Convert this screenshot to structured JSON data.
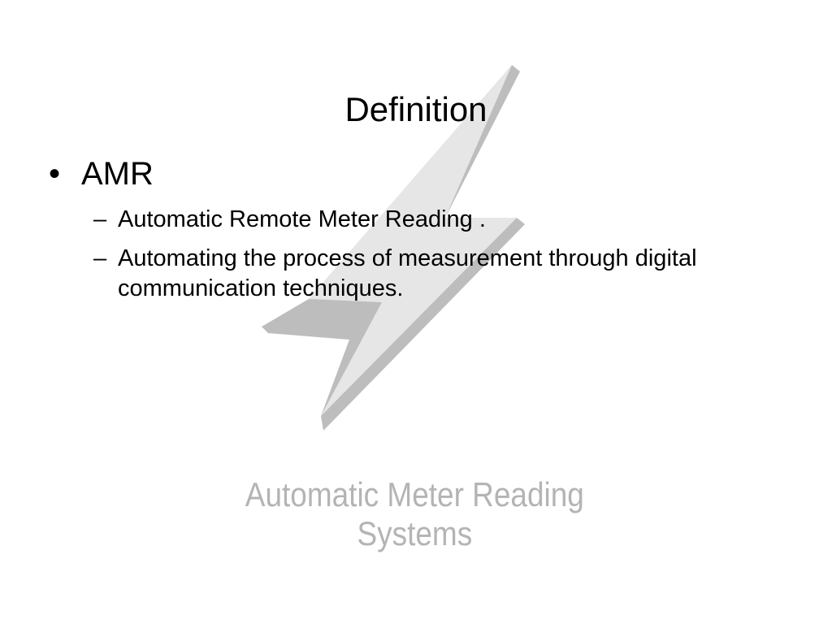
{
  "slide": {
    "title": "Definition",
    "bullet": {
      "marker": "•",
      "text": "AMR",
      "subitems": [
        {
          "marker": "–",
          "text": "Automatic Remote Meter Reading ."
        },
        {
          "marker": "–",
          "text": "Automating the process of measurement through digital communication techniques."
        }
      ]
    },
    "logo": {
      "icon": "lightning-bolt-icon",
      "line1": "Automatic Meter Reading",
      "line2": "Systems",
      "colors": {
        "face": "#e6e6e6",
        "side": "#bdbdbd",
        "text": "#b4b4b4"
      }
    }
  }
}
